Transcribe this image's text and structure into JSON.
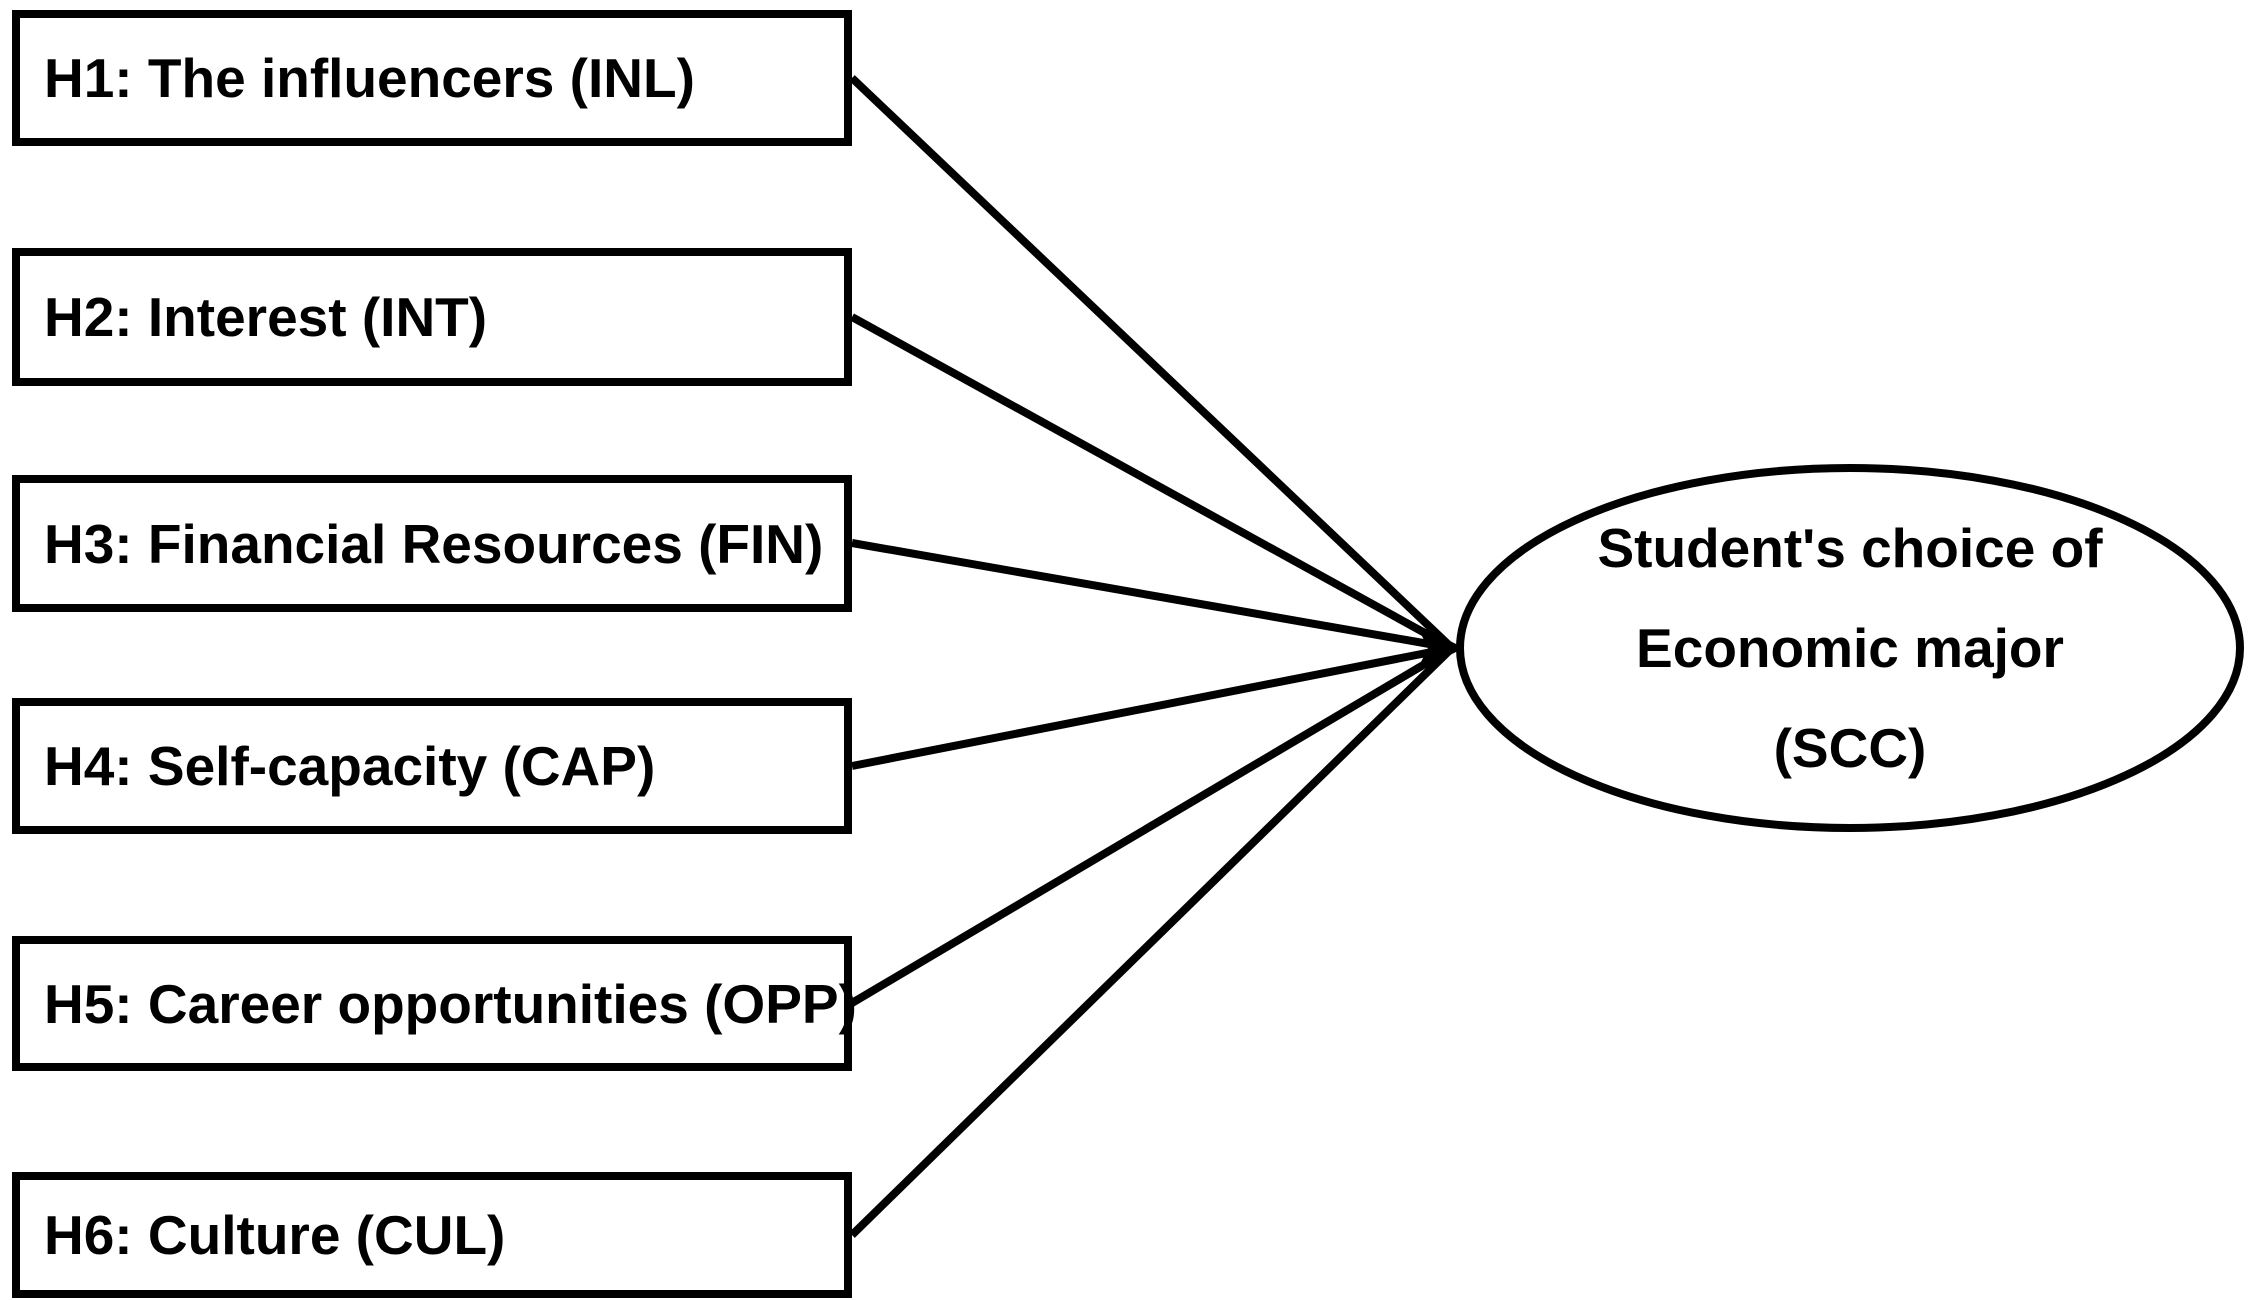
{
  "diagram": {
    "boxes": [
      {
        "id": "h1",
        "label": "H1: The influencers (INL)"
      },
      {
        "id": "h2",
        "label": "H2: Interest (INT)"
      },
      {
        "id": "h3",
        "label": "H3: Financial Resources (FIN)"
      },
      {
        "id": "h4",
        "label": "H4: Self-capacity (CAP)"
      },
      {
        "id": "h5",
        "label": "H5: Career opportunities (OPP)"
      },
      {
        "id": "h6",
        "label": "H6: Culture (CUL)"
      }
    ],
    "outcome": {
      "lines": [
        "Student's choice of",
        "Economic major",
        "(SCC)"
      ]
    },
    "colors": {
      "ink": "#000000",
      "background": "#ffffff"
    }
  }
}
